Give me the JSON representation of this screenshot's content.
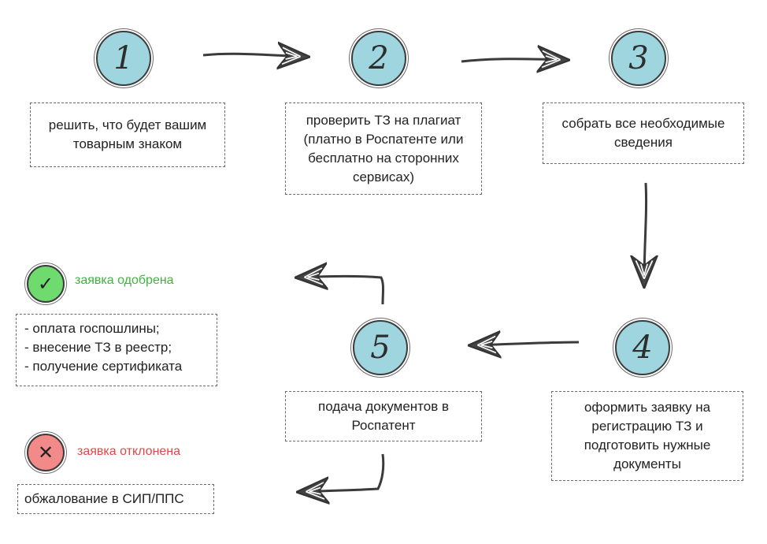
{
  "steps": [
    {
      "num": "1",
      "text": "решить, что будет вашим товарным знаком"
    },
    {
      "num": "2",
      "text": "проверить ТЗ на плагиат (платно в Роспатенте или бесплатно на сторонних сервисах)"
    },
    {
      "num": "3",
      "text": "собрать все необходимые сведения"
    },
    {
      "num": "4",
      "text": "оформить заявку на регистрацию ТЗ и подготовить нужные документы"
    },
    {
      "num": "5",
      "text": "подача документов в Роспатент"
    }
  ],
  "approved": {
    "icon": "✓",
    "label": "заявка одобрена",
    "color": "#3db43d",
    "circle_color": "#6fdb6f",
    "items": [
      "- оплата госпошлины;",
      "- внесение ТЗ в реестр;",
      "- получение сертификата"
    ]
  },
  "rejected": {
    "icon": "✕",
    "label": "заявка отклонена",
    "color": "#e04848",
    "circle_color": "#f28a8a",
    "text": "обжалование в СИП/ППС"
  },
  "colors": {
    "step_circle": "#9fd5df",
    "stroke": "#3b3b3b"
  }
}
